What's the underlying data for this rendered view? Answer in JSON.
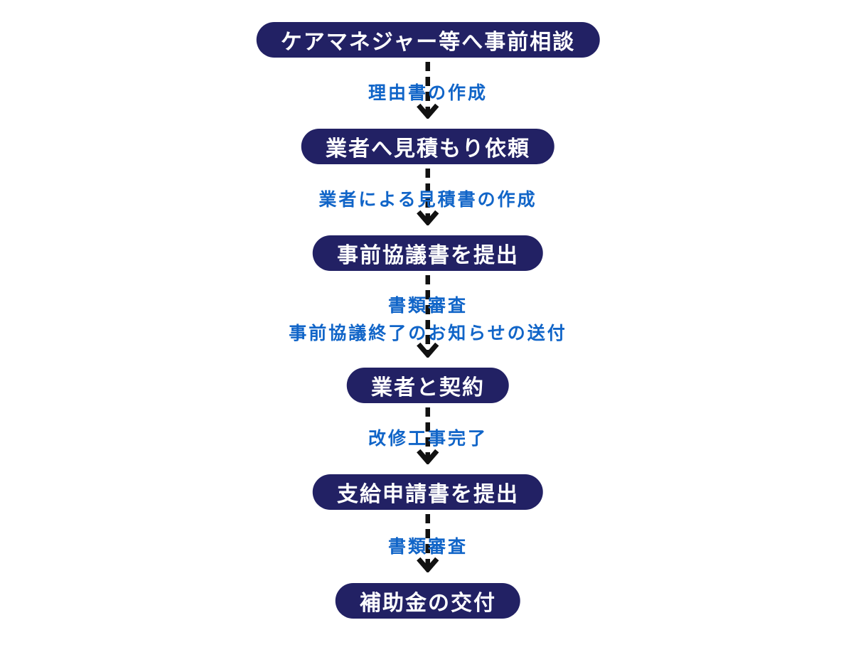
{
  "flow": {
    "steps": [
      {
        "label": "ケアマネジャー等へ事前相談"
      },
      {
        "label": "業者へ見積もり依頼"
      },
      {
        "label": "事前協議書を提出"
      },
      {
        "label": "業者と契約"
      },
      {
        "label": "支給申請書を提出"
      },
      {
        "label": "補助金の交付"
      }
    ],
    "connectors": [
      {
        "lines": [
          "理由書の作成"
        ]
      },
      {
        "lines": [
          "業者による見積書の作成"
        ]
      },
      {
        "lines": [
          "書類審査",
          "事前協議終了のお知らせの送付"
        ]
      },
      {
        "lines": [
          "改修工事完了"
        ]
      },
      {
        "lines": [
          "書類審査"
        ]
      }
    ]
  },
  "colors": {
    "box_bg": "#222164",
    "box_text": "#ffffff",
    "label_color": "#1165c8",
    "arrow_color": "#111111"
  }
}
